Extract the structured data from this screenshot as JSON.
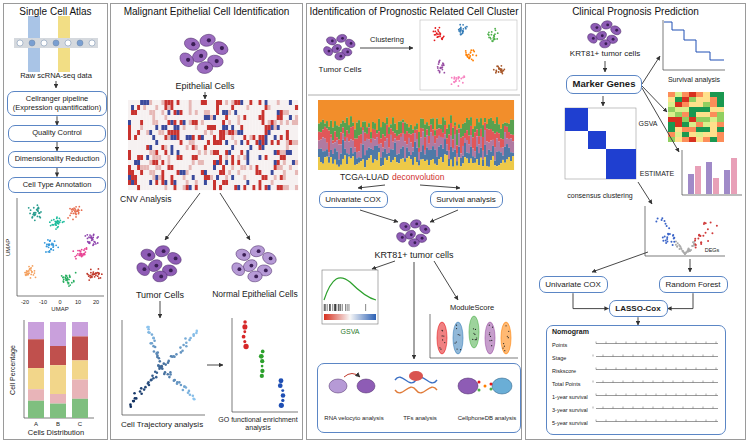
{
  "diagram": {
    "nodes": [
      {
        "text": [
          "Single Cell Atlas"
        ]
      },
      {
        "text": [
          "Cellranger pipeline (Expression quantification)"
        ],
        "in": 0
      },
      {
        "text": [
          "Quality Control"
        ],
        "in": 0
      },
      {
        "text": [
          "Dimensionality Reduction"
        ],
        "in": 0
      },
      {
        "text": [
          "Cell Type Annotation"
        ],
        "in": 0
      },
      {
        "text": [
          "Malignant Epithelial Cell Identification"
        ]
      },
      {
        "text": [
          "Identification of Prognostic Related Cell Cluster"
        ]
      },
      {
        "text": [
          "Univariate COX"
        ],
        "in": 6
      },
      {
        "text": [
          "Survival analysis"
        ],
        "in": 6
      },
      {
        "text": [
          "RNA velocyto analysis",
          "TFs analysis",
          "CellphoneDB analysis"
        ],
        "in": 6
      },
      {
        "text": [
          "Clinical Prognosis Prediction"
        ]
      },
      {
        "text": [
          "Marker Genes"
        ],
        "in": 10
      },
      {
        "text": [
          "Univariate COX"
        ],
        "in": 10
      },
      {
        "text": [
          "Random Forest"
        ],
        "in": 10
      },
      {
        "text": [
          "LASSO-Cox"
        ],
        "in": 10
      },
      {
        "text": [
          "Nomogram",
          "Points",
          "Stage",
          "Riskscore",
          "Total Points",
          "1-year survival",
          "3-year survival",
          "5-year survival"
        ],
        "in": 10
      }
    ],
    "edges": [
      {
        "from": 1,
        "to": 2,
        "arrow": "to"
      },
      {
        "from": 2,
        "to": 3,
        "arrow": "to"
      },
      {
        "from": 3,
        "to": 4,
        "arrow": "to"
      },
      {
        "from": 12,
        "to": 14,
        "arrow": "to"
      },
      {
        "from": 13,
        "to": 14,
        "arrow": "to"
      },
      {
        "from": 14,
        "to": 15,
        "arrow": "to"
      }
    ],
    "labels": [
      "Raw scRNA-seq data",
      "UMAP",
      "-20",
      "-10",
      "0",
      "10",
      "20",
      "UMAP",
      "Cell Percentage",
      "A",
      "B",
      "C",
      "Cells Distribution",
      "Epithelial Cells",
      "CNV Analysis",
      "Tumor Cells",
      "Normal Epithelial Cells",
      "Cell Trajectory analysis",
      "GO functional enrichment analysis",
      "Tumor Cells",
      "Clustering",
      "TCGA-LUAD",
      "deconvolution",
      "KRT81+ tumor cells",
      "GSVA",
      "ModuleScore",
      "KRT81+ tumor cells",
      "Survival analysis",
      "GSVA",
      "ESTIMATE",
      "consensus clustering",
      "DEGs"
    ]
  }
}
